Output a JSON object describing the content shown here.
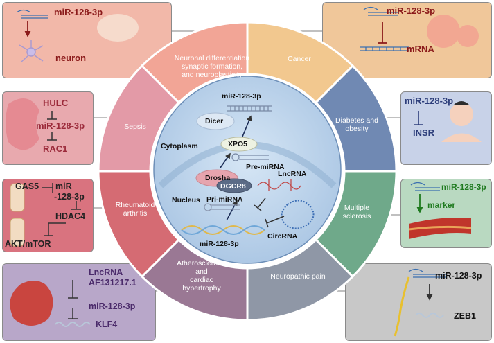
{
  "colors": {
    "neuron_box": "#f2b8a9",
    "cancer_box": "#f0c79a",
    "sepsis_box": "#e8a9ae",
    "diabetes_box": "#c8d2e8",
    "ra_box": "#d9737f",
    "ms_box": "#b9d9c1",
    "athero_box": "#b8a7c9",
    "np_box": "#c8c8c8",
    "sector_neuron": "#f2a596",
    "sector_cancer": "#f2c88f",
    "sector_diabetes": "#7089b3",
    "sector_ms": "#6fa98a",
    "sector_np": "#8f97a6",
    "sector_athero": "#9a7894",
    "sector_ra": "#d56b73",
    "sector_sepsis": "#e39aa7",
    "cell": "#bcd3ea"
  },
  "panels": {
    "neuron": {
      "mirna": "miR-128-3p",
      "target": "neuron"
    },
    "cancer": {
      "mirna": "miR-128-3p",
      "target": "mRNA"
    },
    "sepsis": {
      "l1": "HULC",
      "l2": "miR-128-3p",
      "l3": "RAC1"
    },
    "diabetes": {
      "mirna": "miR-128-3p",
      "target": "INSR"
    },
    "ra": {
      "gas5": "GAS5",
      "mir_a": "miR",
      "mir_b": "-128-3p",
      "hdac": "HDAC4",
      "akt": "AKT/mTOR"
    },
    "ms": {
      "mirna": "miR-128-3p",
      "target": "marker"
    },
    "athero": {
      "lnc_a": "LncRNA",
      "lnc_b": "AF131217.1",
      "mirna": "miR-128-3p",
      "target": "KLF4"
    },
    "np": {
      "mirna": "miR-128-3p",
      "target": "ZEB1"
    }
  },
  "sectors": {
    "neuron": [
      "Neuronal differentiation",
      "synaptic formation,",
      "and neuroplasticity"
    ],
    "cancer": [
      "Cancer"
    ],
    "diabetes": [
      "Diabetes and",
      "obesity"
    ],
    "ms": [
      "Multiple",
      "sclerosis"
    ],
    "np": [
      "Neuropathic pain"
    ],
    "athero": [
      "Atherosclerosis",
      "and",
      "cardiac",
      "hypertrophy"
    ],
    "ra": [
      "Rheumatoid",
      "arthritis"
    ],
    "sepsis": [
      "Sepsis"
    ]
  },
  "cell": {
    "mature": "miR-128-3p",
    "dicer": "Dicer",
    "cytoplasm": "Cytoplasm",
    "xpo5": "XPO5",
    "pre": "Pre-miRNA",
    "lnc": "LncRNA",
    "drosha": "Drosha",
    "dgcr8": "DGCR8",
    "nucleus": "Nucleus",
    "pri": "Pri-miRNA",
    "gene": "miR-128-3p",
    "circ": "CircRNA"
  }
}
